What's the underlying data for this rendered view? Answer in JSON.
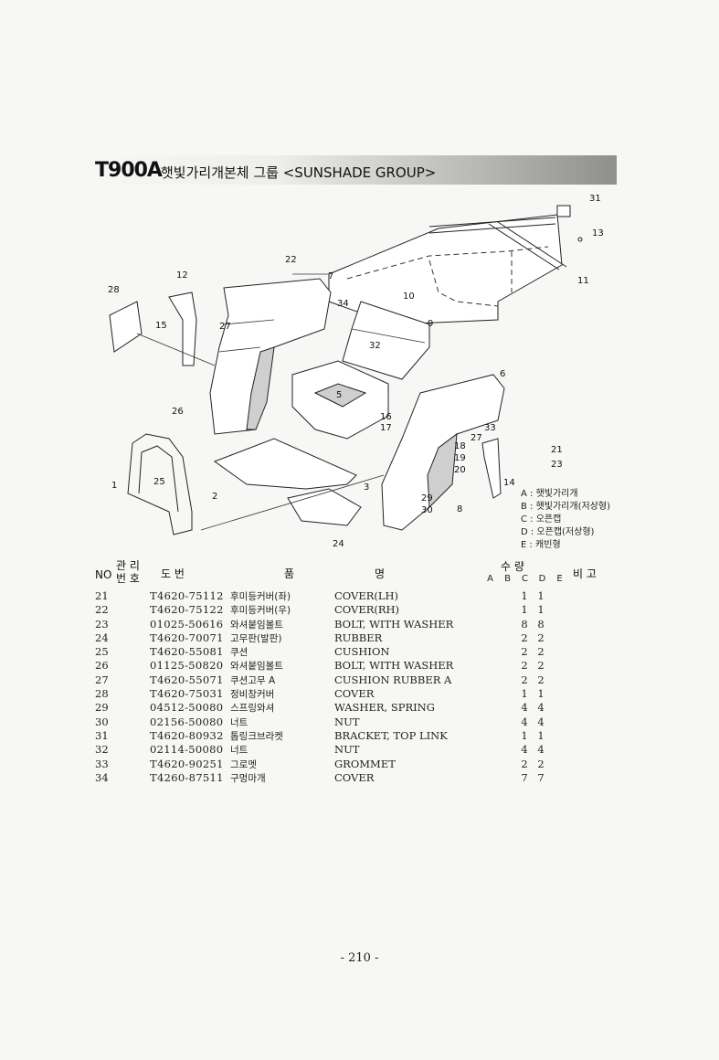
{
  "header": {
    "model": "T900A",
    "title": "햇빛가리개본체 그룹 <SUNSHADE GROUP>"
  },
  "diagram": {
    "callouts": [
      "31",
      "13",
      "11",
      "22",
      "12",
      "7",
      "28",
      "10",
      "34",
      "9",
      "15",
      "27",
      "32",
      "6",
      "5",
      "26",
      "16",
      "17",
      "33",
      "18",
      "27",
      "21",
      "19",
      "20",
      "23",
      "1",
      "25",
      "14",
      "3",
      "2",
      "29",
      "30",
      "8",
      "24"
    ],
    "legend": [
      "A : 햇빛가리개",
      "B : 햇빛가리개(저상형)",
      "C : 오픈캡",
      "D : 오픈캡(저상형)",
      "E : 캐빈형"
    ]
  },
  "table": {
    "headers": {
      "no": "NO",
      "mgmt_top": "관 리",
      "mgmt_bottom": "번 호",
      "part_no": "도 번",
      "name_part1": "품",
      "name_part2": "명",
      "qty_top": "수 량",
      "qty_cols": [
        "A",
        "B",
        "C",
        "D",
        "E"
      ],
      "remarks": "비 고"
    },
    "rows": [
      {
        "no": "21",
        "part": "T4620-75112",
        "kr": "후미등커버(좌)",
        "en": "COVER(LH)",
        "c": "1",
        "d": "1"
      },
      {
        "no": "22",
        "part": "T4620-75122",
        "kr": "후미등커버(우)",
        "en": "COVER(RH)",
        "c": "1",
        "d": "1"
      },
      {
        "no": "23",
        "part": "01025-50616",
        "kr": "와셔붙임볼트",
        "en": "BOLT, WITH WASHER",
        "c": "8",
        "d": "8"
      },
      {
        "no": "24",
        "part": "T4620-70071",
        "kr": "고무판(발판)",
        "en": "RUBBER",
        "c": "2",
        "d": "2"
      },
      {
        "no": "25",
        "part": "T4620-55081",
        "kr": "쿠션",
        "en": "CUSHION",
        "c": "2",
        "d": "2"
      },
      {
        "no": "26",
        "part": "01125-50820",
        "kr": "와셔붙임볼트",
        "en": "BOLT, WITH WASHER",
        "c": "2",
        "d": "2"
      },
      {
        "no": "27",
        "part": "T4620-55071",
        "kr": "쿠션고무 A",
        "en": "CUSHION RUBBER A",
        "c": "2",
        "d": "2"
      },
      {
        "no": "28",
        "part": "T4620-75031",
        "kr": "정비창커버",
        "en": "COVER",
        "c": "1",
        "d": "1"
      },
      {
        "no": "29",
        "part": "04512-50080",
        "kr": "스프링와셔",
        "en": "WASHER, SPRING",
        "c": "4",
        "d": "4"
      },
      {
        "no": "30",
        "part": "02156-50080",
        "kr": "너트",
        "en": "NUT",
        "c": "4",
        "d": "4"
      },
      {
        "no": "31",
        "part": "T4620-80932",
        "kr": "톱링크브라켓",
        "en": "BRACKET, TOP LINK",
        "c": "1",
        "d": "1"
      },
      {
        "no": "32",
        "part": "02114-50080",
        "kr": "너트",
        "en": "NUT",
        "c": "4",
        "d": "4"
      },
      {
        "no": "33",
        "part": "T4620-90251",
        "kr": "그로멧",
        "en": "GROMMET",
        "c": "2",
        "d": "2"
      },
      {
        "no": "34",
        "part": "T4260-87511",
        "kr": "구멍마개",
        "en": "COVER",
        "c": "7",
        "d": "7"
      }
    ]
  },
  "footer": {
    "page_number": "- 210 -"
  }
}
